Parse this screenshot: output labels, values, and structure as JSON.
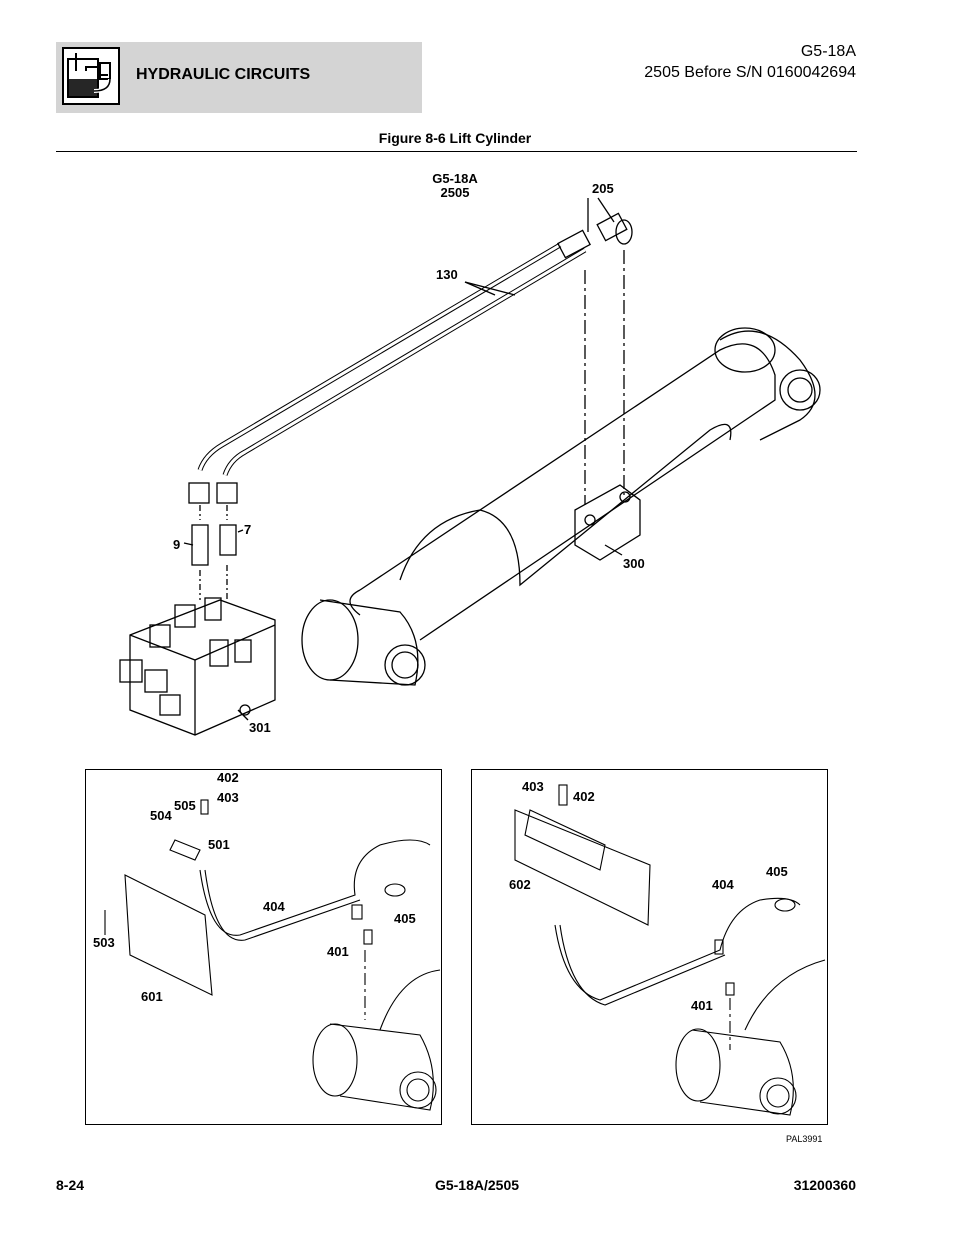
{
  "header": {
    "section_title": "HYDRAULIC CIRCUITS",
    "model_id": "G5-18A",
    "serial_note": "2505 Before S/N 0160042694",
    "icon": "hydraulic-circuits-icon"
  },
  "figure": {
    "caption": "Figure 8-6 Lift Cylinder",
    "model_line1": "G5-18A",
    "model_line2": "2505",
    "main_callouts": [
      "205",
      "130",
      "9",
      "7",
      "300",
      "301"
    ],
    "left_inset_callouts": [
      "402",
      "403",
      "505",
      "504",
      "501",
      "404",
      "405",
      "503",
      "401",
      "601"
    ],
    "right_inset_callouts": [
      "403",
      "402",
      "602",
      "404",
      "405",
      "401"
    ],
    "drawing_id": "PAL3991"
  },
  "footer": {
    "page_number": "8-24",
    "model": "G5-18A/2505",
    "doc_number": "31200360"
  }
}
